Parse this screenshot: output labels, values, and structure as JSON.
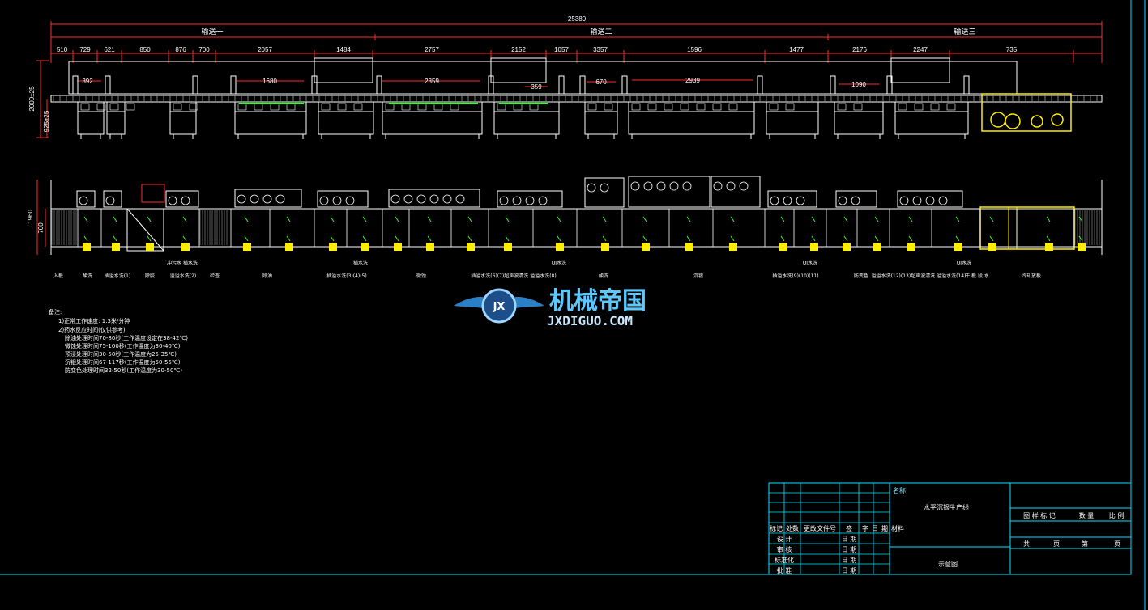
{
  "drawing": {
    "total_length": "25380",
    "sections": [
      "输送一",
      "输送二",
      "输送三"
    ],
    "top_dimensions": [
      "510",
      "729",
      "621",
      "850",
      "876",
      "700",
      "2057",
      "1484",
      "2757",
      "2152",
      "1057",
      "3357",
      "1596",
      "1477",
      "2176",
      "2247",
      "735"
    ],
    "inner_dimensions": [
      "392",
      "1680",
      "2359",
      "359",
      "670",
      "2939",
      "1090"
    ],
    "vertical_dimensions": [
      "2000±25",
      "925±25"
    ],
    "plan_dimensions": [
      "1960",
      "700"
    ]
  },
  "station_labels": {
    "upper": [
      "冲污水 插水洗",
      "插水洗",
      "UI水洗",
      "UI水洗",
      "UI水洗"
    ],
    "lower": [
      "入板",
      "酸洗",
      "插溢水洗(1)",
      "除胶",
      "溢溢水洗(2)",
      "检查",
      "除油",
      "插溢水洗(3)(4)(5)",
      "微蚀",
      "插溢水洗(6)(7)超声波清洗 溢溢水洗(8)",
      "酸洗",
      "沉银",
      "插溢水洗(9)(10)(11)",
      "防变色",
      "溢溢水洗(12)(13)超声波清洗 溢溢水洗(14)",
      "干 板 段 水",
      "冷却放板"
    ]
  },
  "notes": {
    "heading": "备注:",
    "lines": [
      "1)正常工作速度: 1.3米/分钟",
      "2)药水反应时间(仅供参考)",
      "除油处理时间70-80秒(工作温度设定在38-42℃)",
      "微蚀处理时间75-100秒(工作温度为30-40℃)",
      "预浸处理时间30-50秒(工作温度为25-35℃)",
      "沉银处理时间67-117秒(工作温度为50-55℃)",
      "防变色处理时间32-50秒(工作温度为30-50℃)"
    ]
  },
  "watermark": {
    "cn": "机械帝国",
    "en": "JXDIGUO.COM",
    "badge": "JX"
  },
  "title_block": {
    "name_label": "名称",
    "name": "水平沉银生产线",
    "header_cols": [
      "标记",
      "处数",
      "更改文件号",
      "签",
      "字",
      "日",
      "期"
    ],
    "material": "材料",
    "roles": [
      "设 计",
      "审 核",
      "标准化",
      "批 准"
    ],
    "date_label": "日 期",
    "drawing_type": "示意图",
    "right_header": [
      "图 样 标 记",
      "数 量",
      "比 例"
    ],
    "sheet": [
      "共",
      "页",
      "第",
      "页"
    ]
  },
  "colors": {
    "cyan": "#00e5ff",
    "yellow": "#ffee00",
    "green": "#33ff33",
    "red": "#ff2a2a",
    "line": "#ffffff"
  }
}
